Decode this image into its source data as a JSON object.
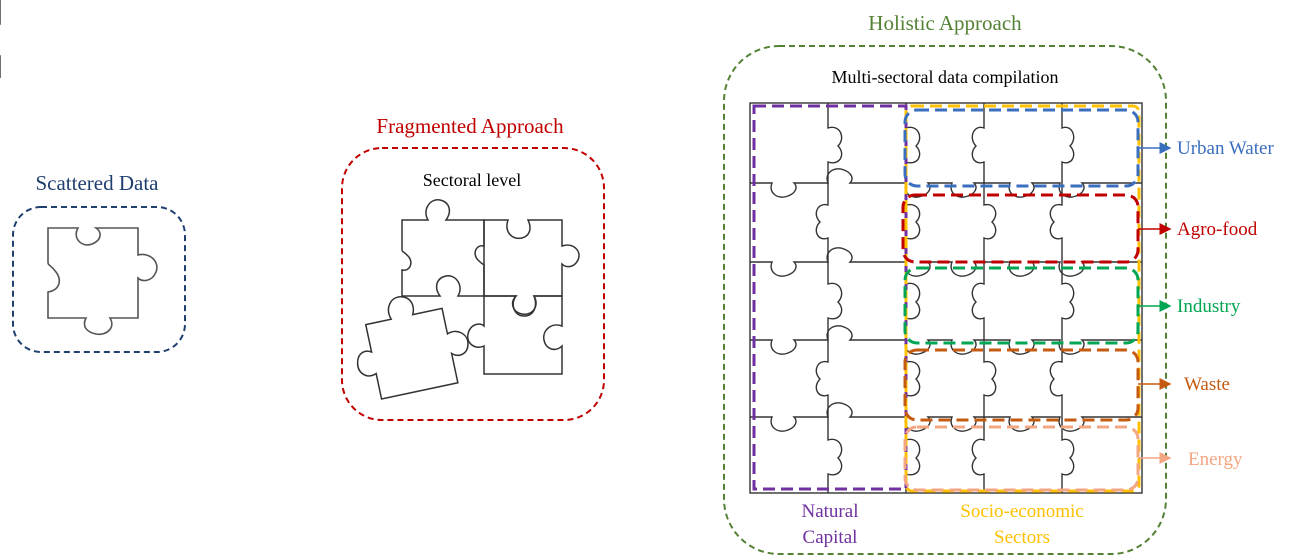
{
  "scattered": {
    "title": "Scattered Data"
  },
  "fragmented": {
    "title": "Fragmented Approach",
    "subtitle": "Sectoral level"
  },
  "holistic": {
    "title": "Holistic Approach",
    "subtitle": "Multi-sectoral data compilation",
    "sectors": [
      {
        "label": "Urban Water",
        "color": "#3a6ebf"
      },
      {
        "label": "Agro-food",
        "color": "#c00000"
      },
      {
        "label": "Industry",
        "color": "#00a651"
      },
      {
        "label": "Waste",
        "color": "#c55a11"
      },
      {
        "label": "Energy",
        "color": "#f4a582"
      }
    ],
    "natural_capital": {
      "line1": "Natural",
      "line2": "Capital",
      "color": "#7030a0"
    },
    "socio_economic": {
      "line1": "Socio-economic",
      "line2": "Sectors",
      "color": "#ffc000"
    }
  },
  "colors": {
    "scattered": "#1f3f6e",
    "fragmented": "#c00000",
    "holistic": "#548235",
    "outline": "#444444"
  }
}
